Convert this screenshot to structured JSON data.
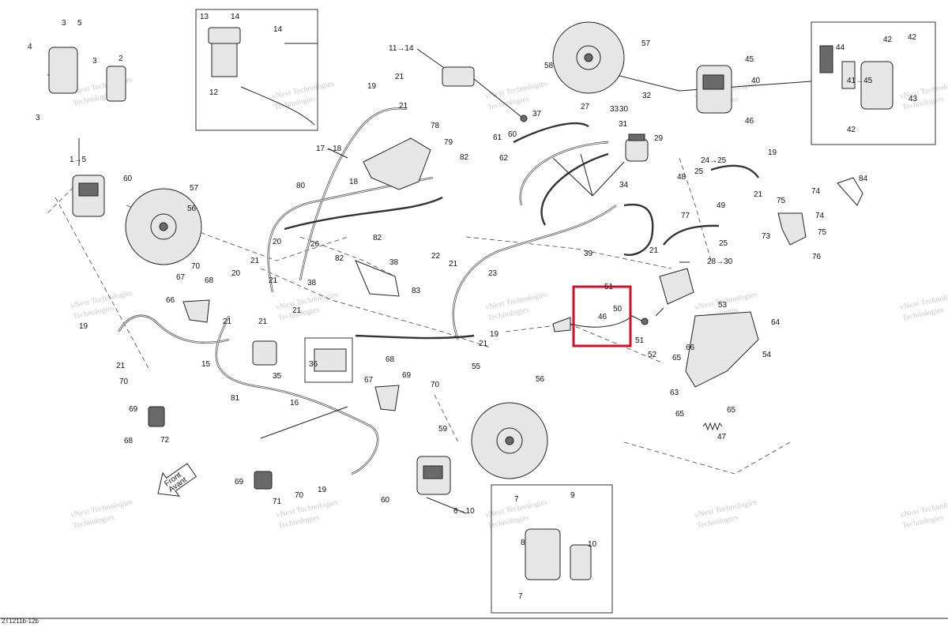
{
  "footer_code": "2T1211b-12b",
  "watermark": {
    "line1": "vNext Technologies",
    "line2": "Technologies"
  },
  "front_label": {
    "en": "Front",
    "fr": "Avant"
  },
  "highlight": {
    "color": "#d0102b"
  },
  "labels": [
    "1→5",
    "2",
    "3",
    "3",
    "3",
    "4",
    "5",
    "6→10",
    "7",
    "7",
    "8",
    "9",
    "10",
    "11→14",
    "12",
    "13",
    "14",
    "14",
    "15",
    "16",
    "17→18",
    "18",
    "19",
    "19",
    "19",
    "19",
    "19",
    "20",
    "20",
    "21",
    "21",
    "21",
    "21",
    "21",
    "21",
    "21",
    "21",
    "21",
    "21",
    "21",
    "21",
    "22",
    "23",
    "24→25",
    "25",
    "25",
    "26",
    "27",
    "28→30",
    "29",
    "30",
    "31",
    "32",
    "33",
    "34",
    "35",
    "36",
    "37",
    "38",
    "38",
    "39",
    "40",
    "41→45",
    "42",
    "42",
    "42",
    "43",
    "44",
    "45",
    "46",
    "46",
    "47",
    "48",
    "49",
    "50",
    "51",
    "51",
    "52",
    "53",
    "54",
    "55",
    "56",
    "56",
    "57",
    "57",
    "58",
    "59",
    "60",
    "60",
    "60",
    "61",
    "62",
    "63",
    "64",
    "65",
    "65",
    "65",
    "66",
    "66",
    "67",
    "67",
    "68",
    "68",
    "68",
    "69",
    "69",
    "69",
    "70",
    "70",
    "70",
    "70",
    "71",
    "72",
    "73",
    "74",
    "74",
    "75",
    "75",
    "76",
    "77",
    "78",
    "79",
    "80",
    "81",
    "82",
    "82",
    "82",
    "83",
    "84"
  ]
}
